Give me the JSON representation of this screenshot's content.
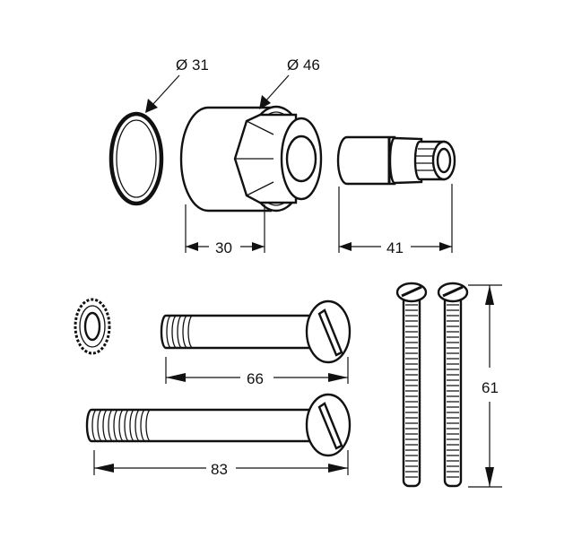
{
  "drawing": {
    "labels": {
      "oring_diameter": "Ø 31",
      "cap_diameter": "Ø 46",
      "cap_length": "30",
      "spindle_length": "41",
      "short_bolt_length": "66",
      "long_bolt_length": "83",
      "screw_length": "61"
    }
  }
}
